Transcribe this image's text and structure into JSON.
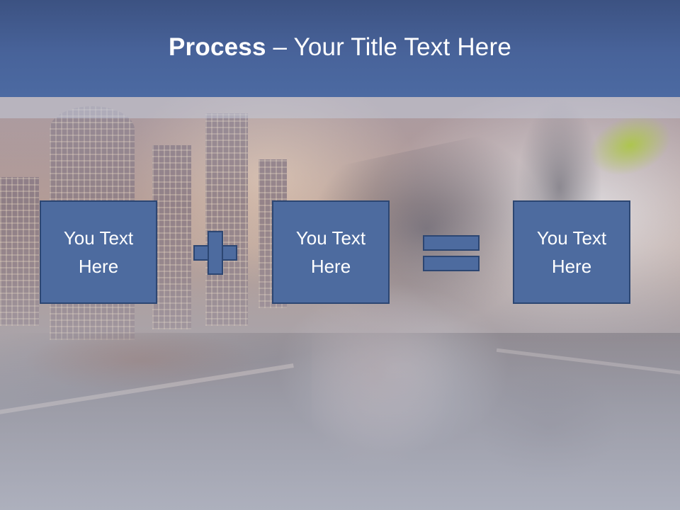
{
  "title": {
    "bold": "Process",
    "rest": " – Your Title Text Here"
  },
  "boxes": [
    {
      "line1": "You Text",
      "line2": "Here"
    },
    {
      "line1": "You Text",
      "line2": "Here"
    },
    {
      "line1": "You Text",
      "line2": "Here"
    }
  ],
  "operators": [
    "plus",
    "equals"
  ],
  "colors": {
    "header": "#48639a",
    "box_fill": "#4d6b9f",
    "box_border": "#2c4672",
    "text": "#ffffff"
  }
}
